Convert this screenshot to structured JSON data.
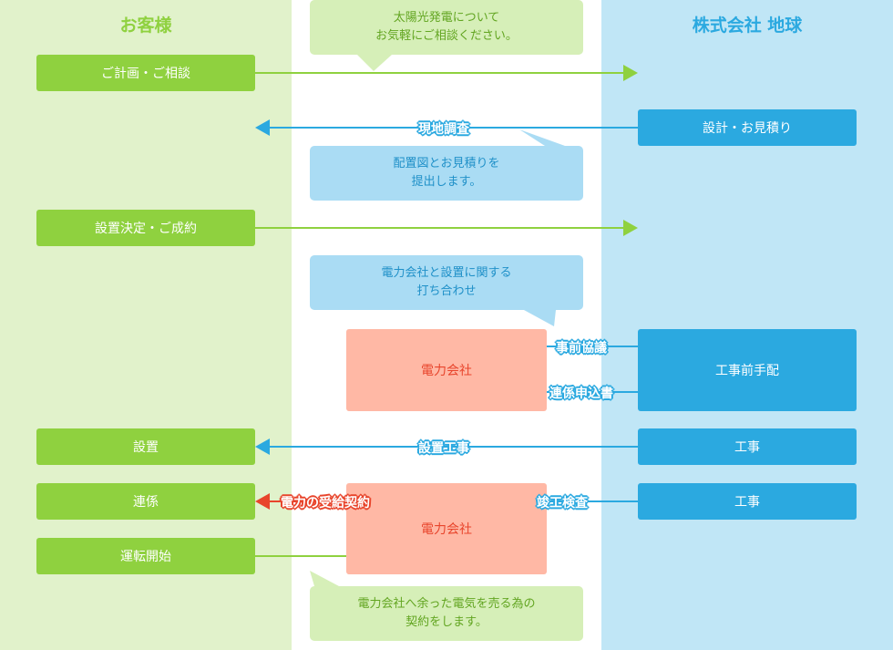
{
  "columns": {
    "left_title": "お客様",
    "right_title": "株式会社 地球"
  },
  "customer_steps": {
    "consult": "ご計画・ご相談",
    "contract": "設置決定・ご成約",
    "install": "設置",
    "connect": "連係",
    "operate": "運転開始"
  },
  "company_steps": {
    "design": "設計・お見積り",
    "prep": "工事前手配",
    "work1": "工事",
    "work2": "工事"
  },
  "power_company": {
    "box1": "電力会社",
    "box2": "電力会社"
  },
  "bubbles": {
    "b1": "太陽光発電について\nお気軽にご相談ください。",
    "b2": "配置図とお見積りを\n提出します。",
    "b3": "電力会社と設置に関する\n打ち合わせ",
    "b4": "電力会社へ余った電気を売る為の\n契約をします。"
  },
  "arrow_labels": {
    "survey": "現地調査",
    "prior": "事前協議",
    "application": "連係申込書",
    "install_work": "設置工事",
    "inspection": "竣工検査",
    "supply_contract": "電力の受給契約"
  },
  "colors": {
    "green": "#8fd13f",
    "blue": "#2ba9e0",
    "red": "#e8452c",
    "pink": "#ffb8a5"
  }
}
